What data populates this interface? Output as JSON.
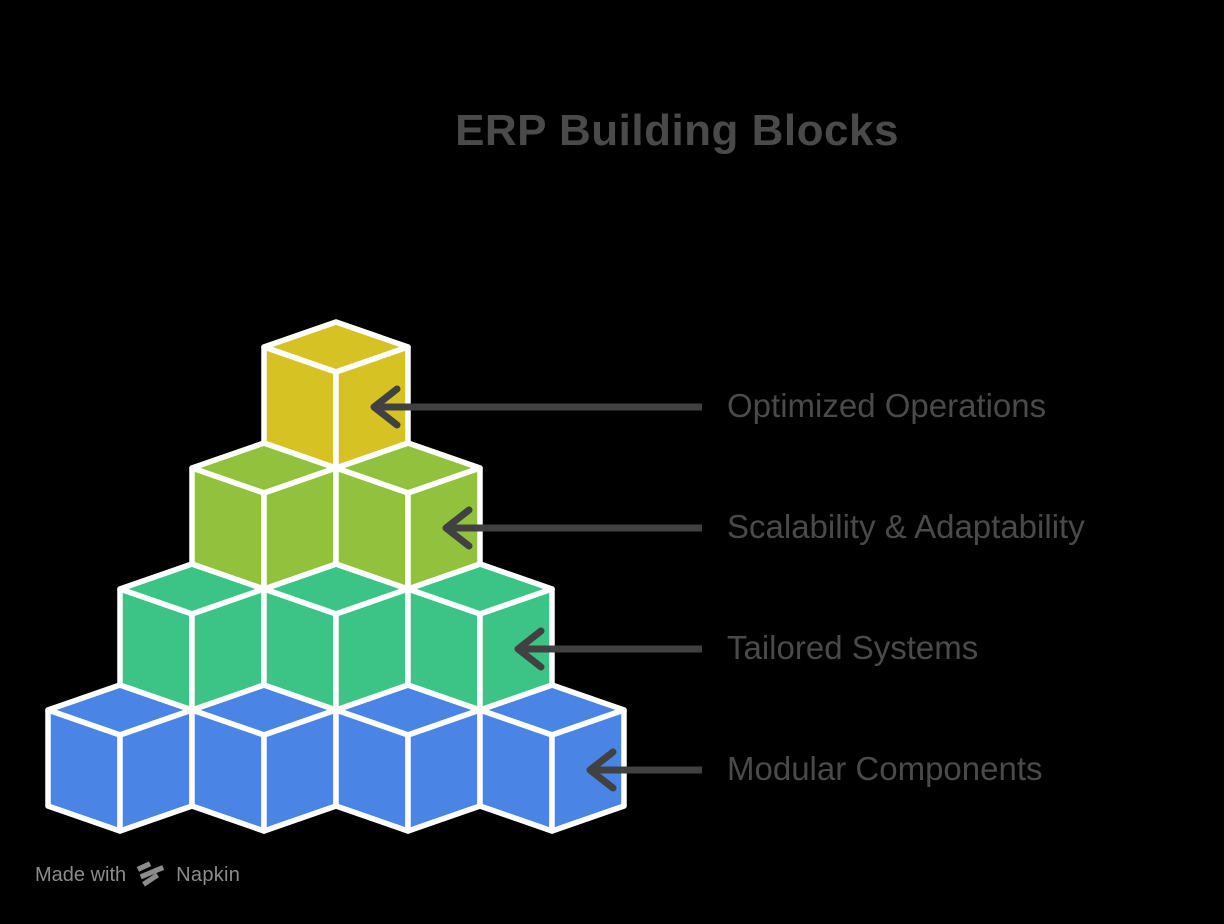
{
  "title": "ERP Building Blocks",
  "rows": [
    {
      "label": "Optimized Operations",
      "blocks": 1,
      "color": "#d6c323"
    },
    {
      "label": "Scalability & Adaptability",
      "blocks": 2,
      "color": "#92c13e"
    },
    {
      "label": "Tailored Systems",
      "blocks": 3,
      "color": "#3cc487"
    },
    {
      "label": "Modular Components",
      "blocks": 4,
      "color": "#4a84e4"
    }
  ],
  "style": {
    "background": "#000000",
    "cube_edge": "#ffffff",
    "arrow_color": "#414141",
    "title_color": "#4a4a4a",
    "label_color": "#4a4a4a",
    "watermark_color": "#8c8c8c"
  },
  "watermark": {
    "made_with": "Made with",
    "brand": "Napkin",
    "logo": "napkin-flag-icon"
  }
}
